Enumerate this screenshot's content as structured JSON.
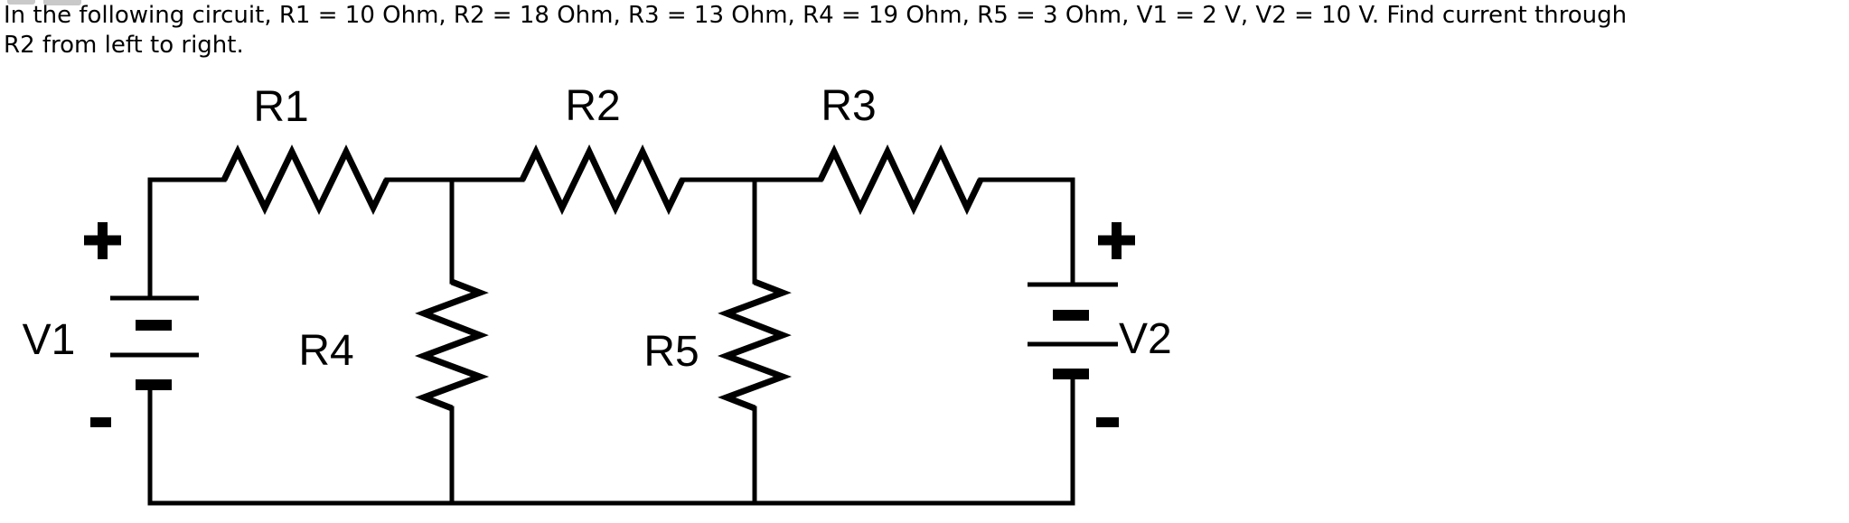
{
  "problem": {
    "lines": [
      "In the following circuit, R1 = 10 Ohm, R2 = 18 Ohm, R3 = 13 Ohm, R4 = 19 Ohm, R5 = 3 Ohm, V1 = 2 V, V2 = 10 V. Find current through",
      "R2 from left to right."
    ],
    "full_text": "In the following circuit, R1 = 10 Ohm, R2 = 18 Ohm, R3 = 13 Ohm, R4 = 19 Ohm, R5 = 3 Ohm, V1 = 2 V, V2 = 10 V. Find current through R2 from left to right."
  },
  "circuit": {
    "line_color": "#000000",
    "background": "#ffffff",
    "labels": {
      "r1": "R1",
      "r2": "R2",
      "r3": "R3",
      "r4": "R4",
      "r5": "R5",
      "v1": "V1",
      "v2": "V2"
    },
    "values": {
      "R1": "10 Ohm",
      "R2": "18 Ohm",
      "R3": "13 Ohm",
      "R4": "19 Ohm",
      "R5": "3 Ohm",
      "V1": "2 V",
      "V2": "10 V"
    },
    "terminals": {
      "v1_top": "+",
      "v1_bottom": "-",
      "v2_top": "+",
      "v2_bottom": "-"
    }
  }
}
